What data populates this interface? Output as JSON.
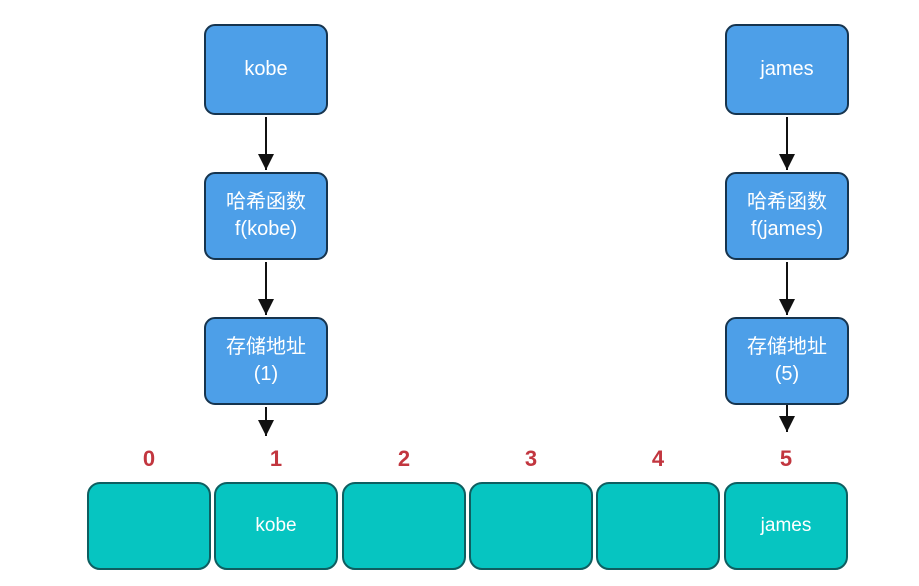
{
  "colors": {
    "box_fill": "#4D9FE8",
    "box_border": "#16344E",
    "cell_fill": "#06C5C1",
    "cell_border": "#0E5E60",
    "index_red": "#C2363F",
    "arrow": "#111111",
    "background": "#FFFFFF"
  },
  "flows": [
    {
      "key": "kobe",
      "input": "kobe",
      "hash_line1": "哈希函数",
      "hash_line2": "f(kobe)",
      "address_line1": "存储地址",
      "address_line2": "(1)"
    },
    {
      "key": "james",
      "input": "james",
      "hash_line1": "哈希函数",
      "hash_line2": "f(james)",
      "address_line1": "存储地址",
      "address_line2": "(5)"
    }
  ],
  "array": {
    "indices": [
      "0",
      "1",
      "2",
      "3",
      "4",
      "5"
    ],
    "cells": [
      "",
      "kobe",
      "",
      "",
      "",
      "james"
    ]
  }
}
